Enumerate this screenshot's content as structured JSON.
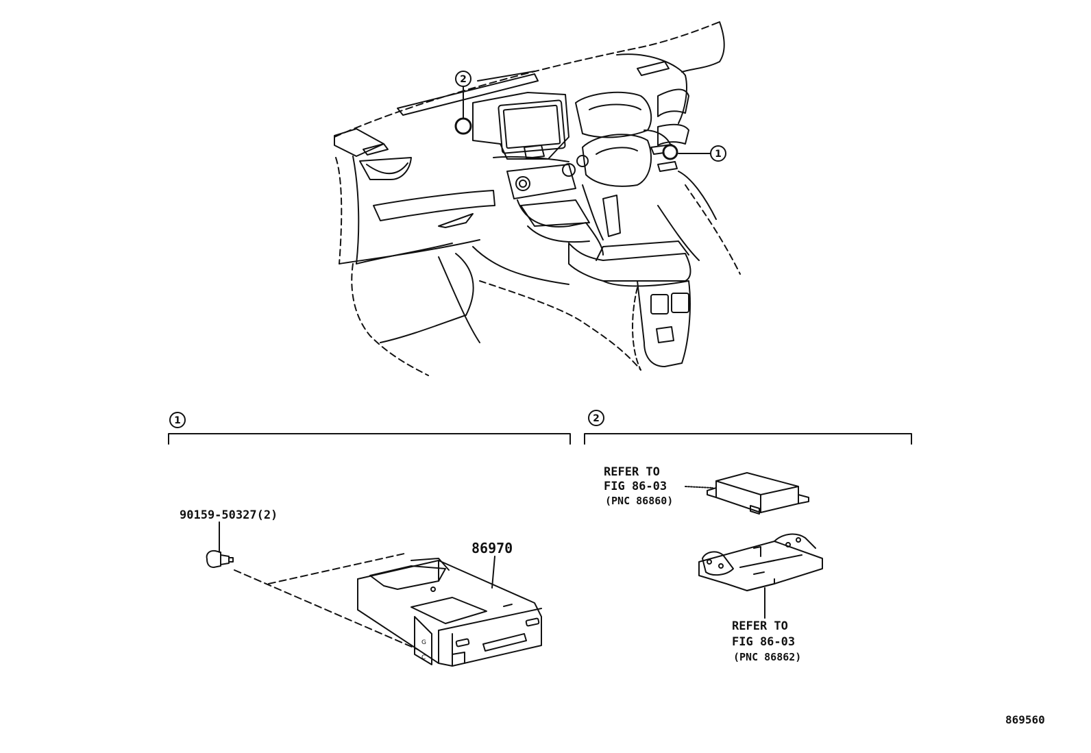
{
  "callouts": {
    "one": "1",
    "two": "2"
  },
  "section_one": {
    "callout": "1",
    "fastener_part": "90159-50327(2)",
    "module_part": "86970"
  },
  "section_two": {
    "callout": "2",
    "ref_upper": {
      "line1": "REFER TO",
      "line2": "FIG 86-03",
      "line3": "(PNC 86860)"
    },
    "ref_lower": {
      "line1": "REFER TO",
      "line2": "FIG 86-03",
      "line3": "(PNC 86862)"
    }
  },
  "figure_id": "869560",
  "colors": {
    "ink": "#111111",
    "background": "#ffffff"
  }
}
